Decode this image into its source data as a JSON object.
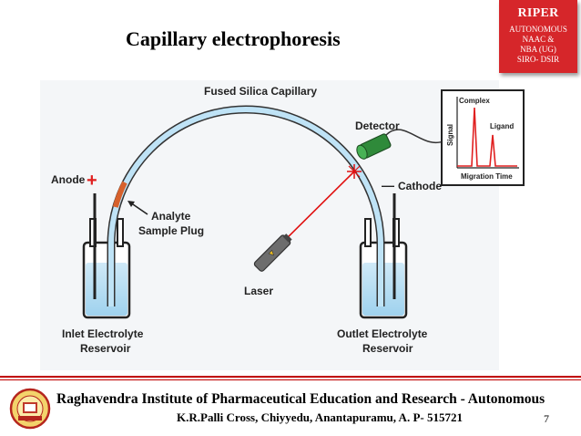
{
  "slide": {
    "title": "Capillary electrophoresis",
    "page_number": "7"
  },
  "badge": {
    "name": "RIPER",
    "line1": "AUTONOMOUS",
    "line2": "NAAC &",
    "line3": "NBA (UG)",
    "line4": "SIRO- DSIR",
    "color": "#d6262a"
  },
  "diagram": {
    "capillary_label": "Fused Silica Capillary",
    "detector_label": "Detector",
    "anode_label": "Anode",
    "cathode_label": "Cathode",
    "analyte_label_1": "Analyte",
    "analyte_label_2": "Sample Plug",
    "laser_label": "Laser",
    "inlet_label_1": "Inlet Electrolyte",
    "inlet_label_2": "Reservoir",
    "outlet_label_1": "Outlet Electrolyte",
    "outlet_label_2": "Reservoir",
    "plot_ylabel": "Signal",
    "plot_xlabel": "Migration Time",
    "peak1_label": "Complex",
    "peak2_label": "Ligand",
    "anode_sign": "+",
    "cathode_sign": "—"
  },
  "footer": {
    "institute": "Raghavendra Institute of Pharmaceutical Education and Research - Autonomous",
    "address": "K.R.Palli Cross, Chiyyedu, Anantapuramu, A. P- 515721"
  }
}
